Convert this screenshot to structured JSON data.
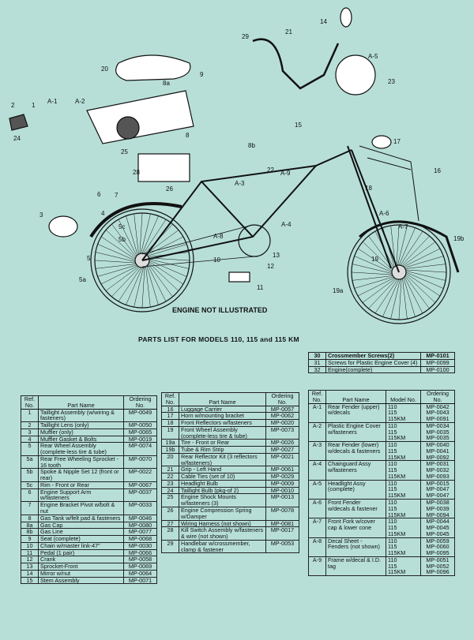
{
  "diagram": {
    "labels": [
      "1",
      "2",
      "3",
      "4",
      "5",
      "5a",
      "5b",
      "5c",
      "6",
      "7",
      "8",
      "8a",
      "8b",
      "9",
      "10",
      "11",
      "12",
      "13",
      "14",
      "15",
      "16",
      "17",
      "18",
      "19",
      "19a",
      "19b",
      "20",
      "21",
      "22",
      "23",
      "24",
      "25",
      "26",
      "28",
      "29",
      "A-1",
      "A-2",
      "A-3",
      "A-4",
      "A-5",
      "A-6",
      "A-7",
      "A-8",
      "A-9"
    ],
    "engine_note": "ENGINE NOT ILLUSTRATED"
  },
  "parts_title": "PARTS LIST FOR MODELS 110, 115 and 115 KM",
  "table1": {
    "headers": {
      "ref": "Ref. No.",
      "name": "Part Name",
      "order": "Ordering No."
    },
    "rows": [
      {
        "ref": "1",
        "name": "Taillight Assembly (w/wiring & fasteners)",
        "code": "MP-0049"
      },
      {
        "ref": "2",
        "name": "Taillight Lens (only)",
        "code": "MP-0050"
      },
      {
        "ref": "3",
        "name": "Muffler (only)",
        "code": "MP-0065"
      },
      {
        "ref": "4",
        "name": "Muffler Gasket & Bolts",
        "code": "MP-0019"
      },
      {
        "ref": "5",
        "name": "Rear Wheel Assembly (complete-less tire & tube)",
        "code": "MP-0074"
      },
      {
        "ref": "5a",
        "name": "Rear Free Wheeling Sprocket - 16 tooth",
        "code": "MP-0070"
      },
      {
        "ref": "5b",
        "name": "Spoke & Nipple Set 12 (front or rear)",
        "code": "MP-0022"
      },
      {
        "ref": "5c",
        "name": "Rim - Front or Rear",
        "code": "MP-0067"
      },
      {
        "ref": "6",
        "name": "Engine Support Arm w/fasteners",
        "code": "MP-0037"
      },
      {
        "ref": "7",
        "name": "Engine Bracket Pivot w/bolt & nut",
        "code": "MP-0033"
      },
      {
        "ref": "8",
        "name": "Gas Tank w/felt pad & fasteners",
        "code": "MP-0046"
      },
      {
        "ref": "8a",
        "name": "Gas Cap",
        "code": "MP-0080"
      },
      {
        "ref": "8b",
        "name": "Gas Line",
        "code": "MP-0077"
      },
      {
        "ref": "9",
        "name": "Seat (complete)",
        "code": "MP-0068"
      },
      {
        "ref": "10",
        "name": "Chain w/master link-47\"",
        "code": "MP-0030"
      },
      {
        "ref": "11",
        "name": "Pedal (1 pair)",
        "code": "MP-0066"
      },
      {
        "ref": "12",
        "name": "Crank",
        "code": "MP-0058"
      },
      {
        "ref": "13",
        "name": "Sprocket-Front",
        "code": "MP-0069"
      },
      {
        "ref": "14",
        "name": "Mirror w/nut",
        "code": "MP-0064"
      },
      {
        "ref": "15",
        "name": "Stem Assembly",
        "code": "MP-0071"
      }
    ]
  },
  "table2": {
    "headers": {
      "ref": "Ref. No.",
      "name": "Part Name",
      "order": "Ordering No."
    },
    "rows": [
      {
        "ref": "16",
        "name": "Luggage Carrier",
        "code": "MP-0057"
      },
      {
        "ref": "17",
        "name": "Horn w/mounting bracket",
        "code": "MP-0062"
      },
      {
        "ref": "18",
        "name": "Front Reflectors w/fasteners",
        "code": "MP-0020"
      },
      {
        "ref": "19",
        "name": "Front Wheel Assembly (complete-less tire & tube)",
        "code": "MP-0073"
      },
      {
        "ref": "19a",
        "name": "Tire - Front or Rear",
        "code": "MP-0026"
      },
      {
        "ref": "19b",
        "name": "Tube & Rim Strip",
        "code": "MP-0027"
      },
      {
        "ref": "20",
        "name": "Rear Reflector Kit (3 reflectors w/fasteners)",
        "code": "MP-0021"
      },
      {
        "ref": "21",
        "name": "Grip - Left Hand",
        "code": "MP-0061"
      },
      {
        "ref": "22",
        "name": "Cable Ties (set of 10)",
        "code": "MP-0029"
      },
      {
        "ref": "23",
        "name": "Headlight Bulb",
        "code": "MP-0009"
      },
      {
        "ref": "24",
        "name": "Taillight Bulb (pkg-of 2)",
        "code": "MP-0010"
      },
      {
        "ref": "25",
        "name": "Engine Shock Mounts w/fasteners (3)",
        "code": "MP-0013"
      },
      {
        "ref": "26",
        "name": "Engine Compression Spring w/Damper",
        "code": "MP-0078"
      },
      {
        "ref": "27",
        "name": "Wiring Harness (not shown)",
        "code": "MP-0081"
      },
      {
        "ref": "28",
        "name": "Kill Switch Assembly w/fasteners & wire (not shown)",
        "code": "MP-0017"
      },
      {
        "ref": "29",
        "name": "Handlebar w/crossmember, clamp & fastener",
        "code": "MP-0053"
      }
    ]
  },
  "table_top": {
    "rows": [
      {
        "ref": "30",
        "name": "Crossmember Screws(2)",
        "code": "MP-0101"
      },
      {
        "ref": "31",
        "name": "Screws for Plastic Engine Cover (4)",
        "code": "MP-0099"
      },
      {
        "ref": "32",
        "name": "Engine(complete)",
        "code": "MP-0100"
      }
    ]
  },
  "table3": {
    "headers": {
      "ref": "Ref. No.",
      "name": "Part Name",
      "model": "Model No.",
      "order": "Ordering No."
    },
    "rows": [
      {
        "ref": "A-1",
        "name": "Rear Fender (upper) w/decals",
        "models": [
          "110",
          "115",
          "115KM"
        ],
        "codes": [
          "MP-0042",
          "MP-0043",
          "MP-0091"
        ]
      },
      {
        "ref": "A-2",
        "name": "Plastic Engine Cover w/fasteners",
        "models": [
          "110",
          "115",
          "115KM"
        ],
        "codes": [
          "MP-0034",
          "MP-0035",
          "MP-0035"
        ]
      },
      {
        "ref": "A-3",
        "name": "Rear Fender (lower) w/decals & fasteners",
        "models": [
          "110",
          "115",
          "115KM"
        ],
        "codes": [
          "MP-0040",
          "MP-0041",
          "MP-0092"
        ]
      },
      {
        "ref": "A-4",
        "name": "Chainguard Assy w/fasteners",
        "models": [
          "110",
          "115",
          "115KM"
        ],
        "codes": [
          "MP-0031",
          "MP-0032",
          "MP-0093"
        ]
      },
      {
        "ref": "A-5",
        "name": "Headlight Assy (complete)",
        "models": [
          "110",
          "115",
          "115KM"
        ],
        "codes": [
          "MP-0015",
          "MP-0047",
          "MP-0047"
        ]
      },
      {
        "ref": "A-6",
        "name": "Front Fender w/decals & fastener",
        "models": [
          "110",
          "115",
          "115KM"
        ],
        "codes": [
          "MP-0038",
          "MP-0039",
          "MP-0094"
        ]
      },
      {
        "ref": "A-7",
        "name": "Front Fork w/cover cap & lower cone",
        "models": [
          "110",
          "115",
          "115KM"
        ],
        "codes": [
          "MP-0044",
          "MP-0045",
          "MP-0045"
        ]
      },
      {
        "ref": "A-8",
        "name": "Decal Sheet - Fenders (not shown)",
        "models": [
          "110",
          "115",
          "115KM"
        ],
        "codes": [
          "MP-0059",
          "MP-0060",
          "MP-0095"
        ]
      },
      {
        "ref": "A-9",
        "name": "Frame w/decal & I.D. tag",
        "models": [
          "110",
          "115",
          "115KM"
        ],
        "codes": [
          "MP-0051",
          "MP-0052",
          "MP-0096"
        ]
      }
    ]
  }
}
